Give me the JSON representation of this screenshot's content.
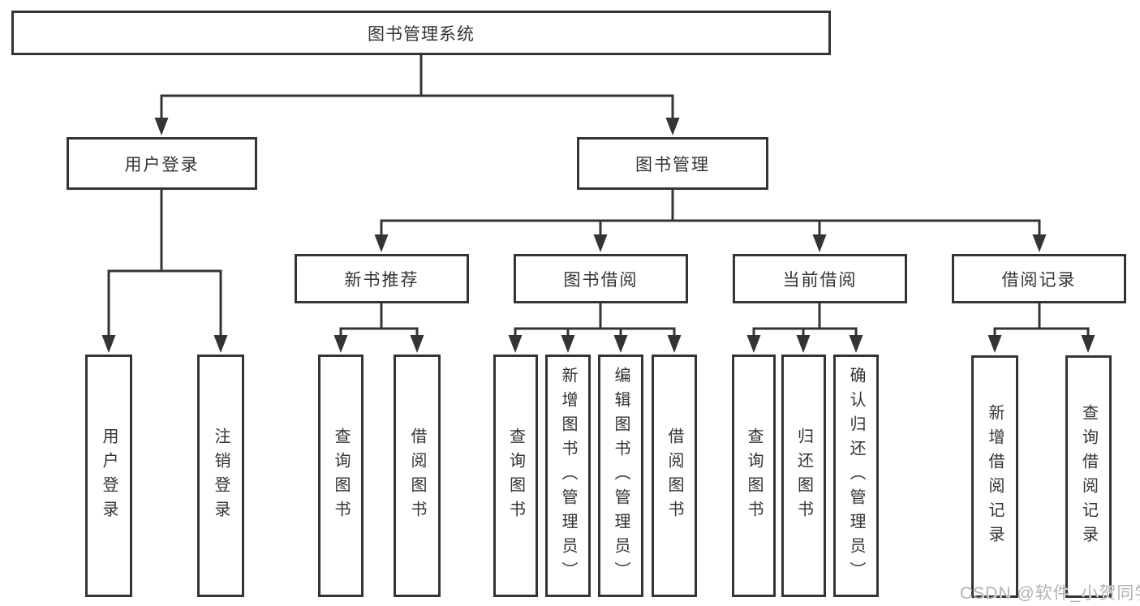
{
  "diagram": {
    "root": {
      "label": "图书管理系统"
    },
    "level2": [
      {
        "label": "用户登录"
      },
      {
        "label": "图书管理"
      }
    ],
    "level3": [
      {
        "label": "新书推荐"
      },
      {
        "label": "图书借阅"
      },
      {
        "label": "当前借阅"
      },
      {
        "label": "借阅记录"
      }
    ],
    "leaves": {
      "user_login": [
        {
          "label": "用户登录"
        },
        {
          "label": "注销登录"
        }
      ],
      "new_book": [
        {
          "label": "查询图书"
        },
        {
          "label": "借阅图书"
        }
      ],
      "book_borrow": [
        {
          "label": "查询图书"
        },
        {
          "label": "新增图书（管理员）"
        },
        {
          "label": "编辑图书（管理员）"
        },
        {
          "label": "借阅图书"
        }
      ],
      "current_borrow": [
        {
          "label": "查询图书"
        },
        {
          "label": "归还图书"
        },
        {
          "label": "确认归还（管理员）"
        }
      ],
      "borrow_records": [
        {
          "label": "新增借阅记录"
        },
        {
          "label": "查询借阅记录"
        }
      ]
    }
  },
  "watermark": {
    "text": "CSDN @软件_小贺同学"
  },
  "colors": {
    "line": "#343434",
    "text": "#333333",
    "box_bg": "#ffffff",
    "watermark": "#b2b2b2"
  }
}
